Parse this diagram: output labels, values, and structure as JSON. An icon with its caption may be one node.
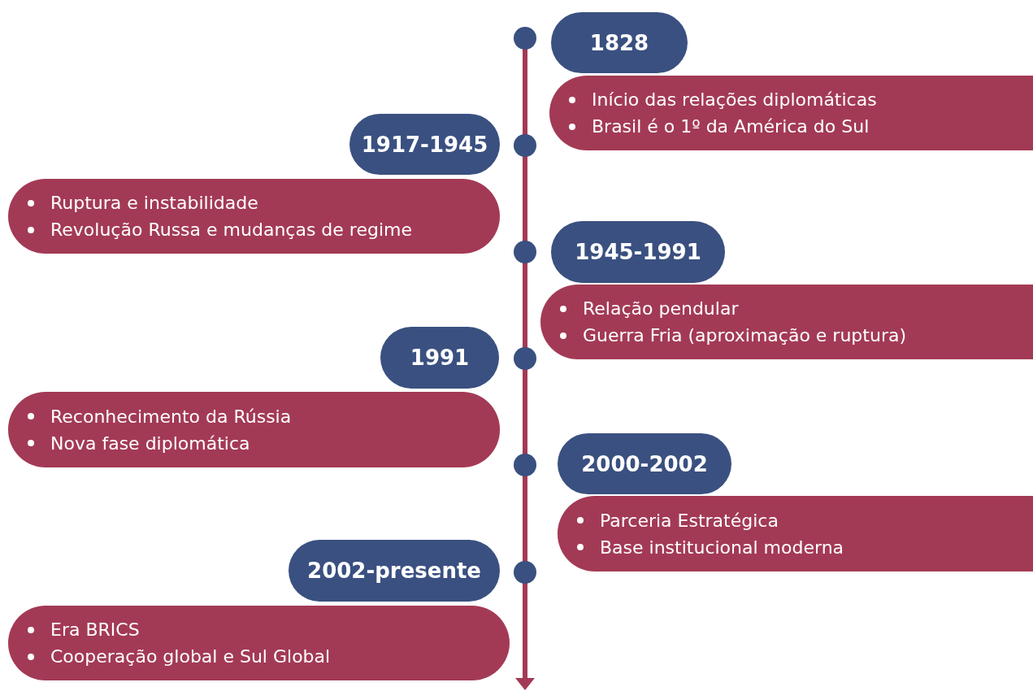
{
  "diagram": {
    "nodes": [
      {
        "text": [
          "1828"
        ]
      },
      {
        "text": [
          "Início das relações diplomáticas",
          "Brasil é o 1º da América do Sul"
        ]
      },
      {
        "text": [
          "1917-1945"
        ]
      },
      {
        "text": [
          "Ruptura e instabilidade",
          "Revolução Russa e mudanças de regime"
        ]
      },
      {
        "text": [
          "1945-1991"
        ]
      },
      {
        "text": [
          "Relação pendular",
          "Guerra Fria (aproximação e ruptura)"
        ]
      },
      {
        "text": [
          "1991"
        ]
      },
      {
        "text": [
          "Reconhecimento da Rússia",
          "Nova fase diplomática"
        ]
      },
      {
        "text": [
          "2000-2002"
        ]
      },
      {
        "text": [
          "Parceria Estratégica",
          "Base institucional moderna"
        ]
      },
      {
        "text": [
          "2002-presente"
        ]
      },
      {
        "text": [
          "Era BRICS",
          "Cooperação global e Sul Global"
        ]
      }
    ]
  }
}
